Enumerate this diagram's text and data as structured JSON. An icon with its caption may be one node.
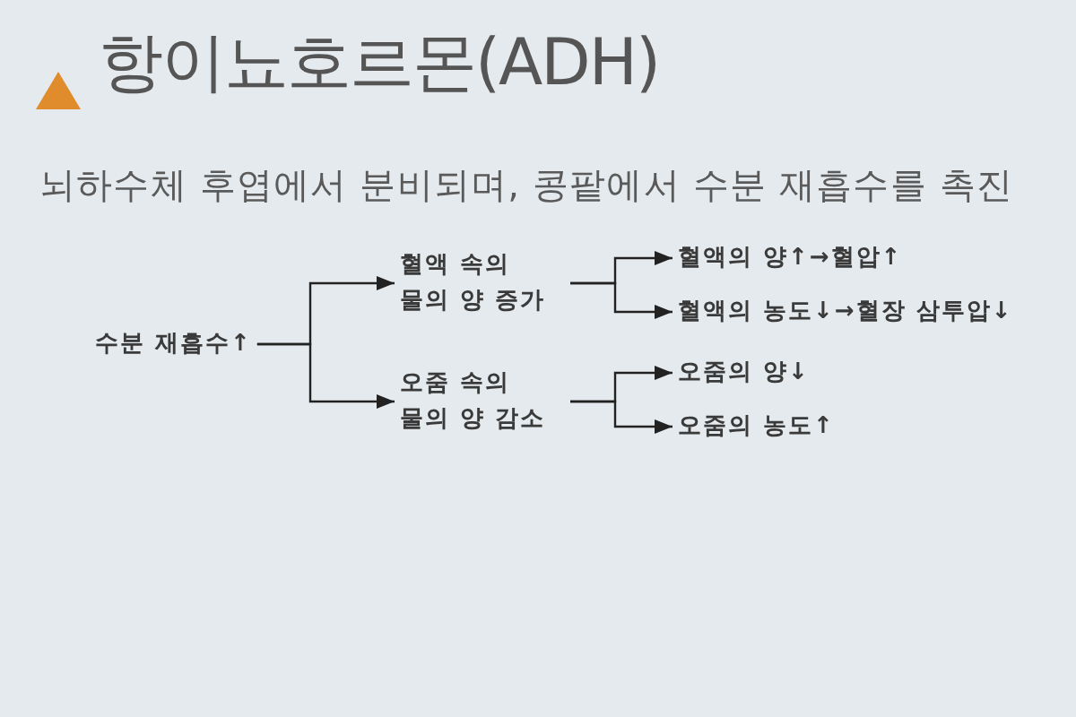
{
  "diagram": {
    "title": "항이뇨호르몬(ADH)",
    "nodes": [
      {
        "text": [
          "수분 재흡수↑"
        ]
      },
      {
        "text": [
          "혈액 속의 물의 양 증가"
        ]
      },
      {
        "text": [
          "오줌 속의 물의 양 감소"
        ]
      },
      {
        "text": [
          "혈액의 양↑→혈압↑"
        ]
      },
      {
        "text": [
          "혈액의 농도↓→혈장 삼투압↓"
        ]
      },
      {
        "text": [
          "오줌의 양↓"
        ]
      },
      {
        "text": [
          "오줌의 농도↑"
        ]
      }
    ],
    "edges": [
      {
        "from": 0,
        "to": 1,
        "arrow": "to"
      },
      {
        "from": 0,
        "to": 2,
        "arrow": "to"
      },
      {
        "from": 1,
        "to": 3,
        "arrow": "to"
      },
      {
        "from": 1,
        "to": 4,
        "arrow": "to"
      },
      {
        "from": 2,
        "to": 5,
        "arrow": "to"
      },
      {
        "from": 2,
        "to": 6,
        "arrow": "to"
      }
    ],
    "labels": [
      "뇌하수체 후엽에서 분비되며, 콩팥에서 수분 재흡수를 촉진"
    ]
  }
}
